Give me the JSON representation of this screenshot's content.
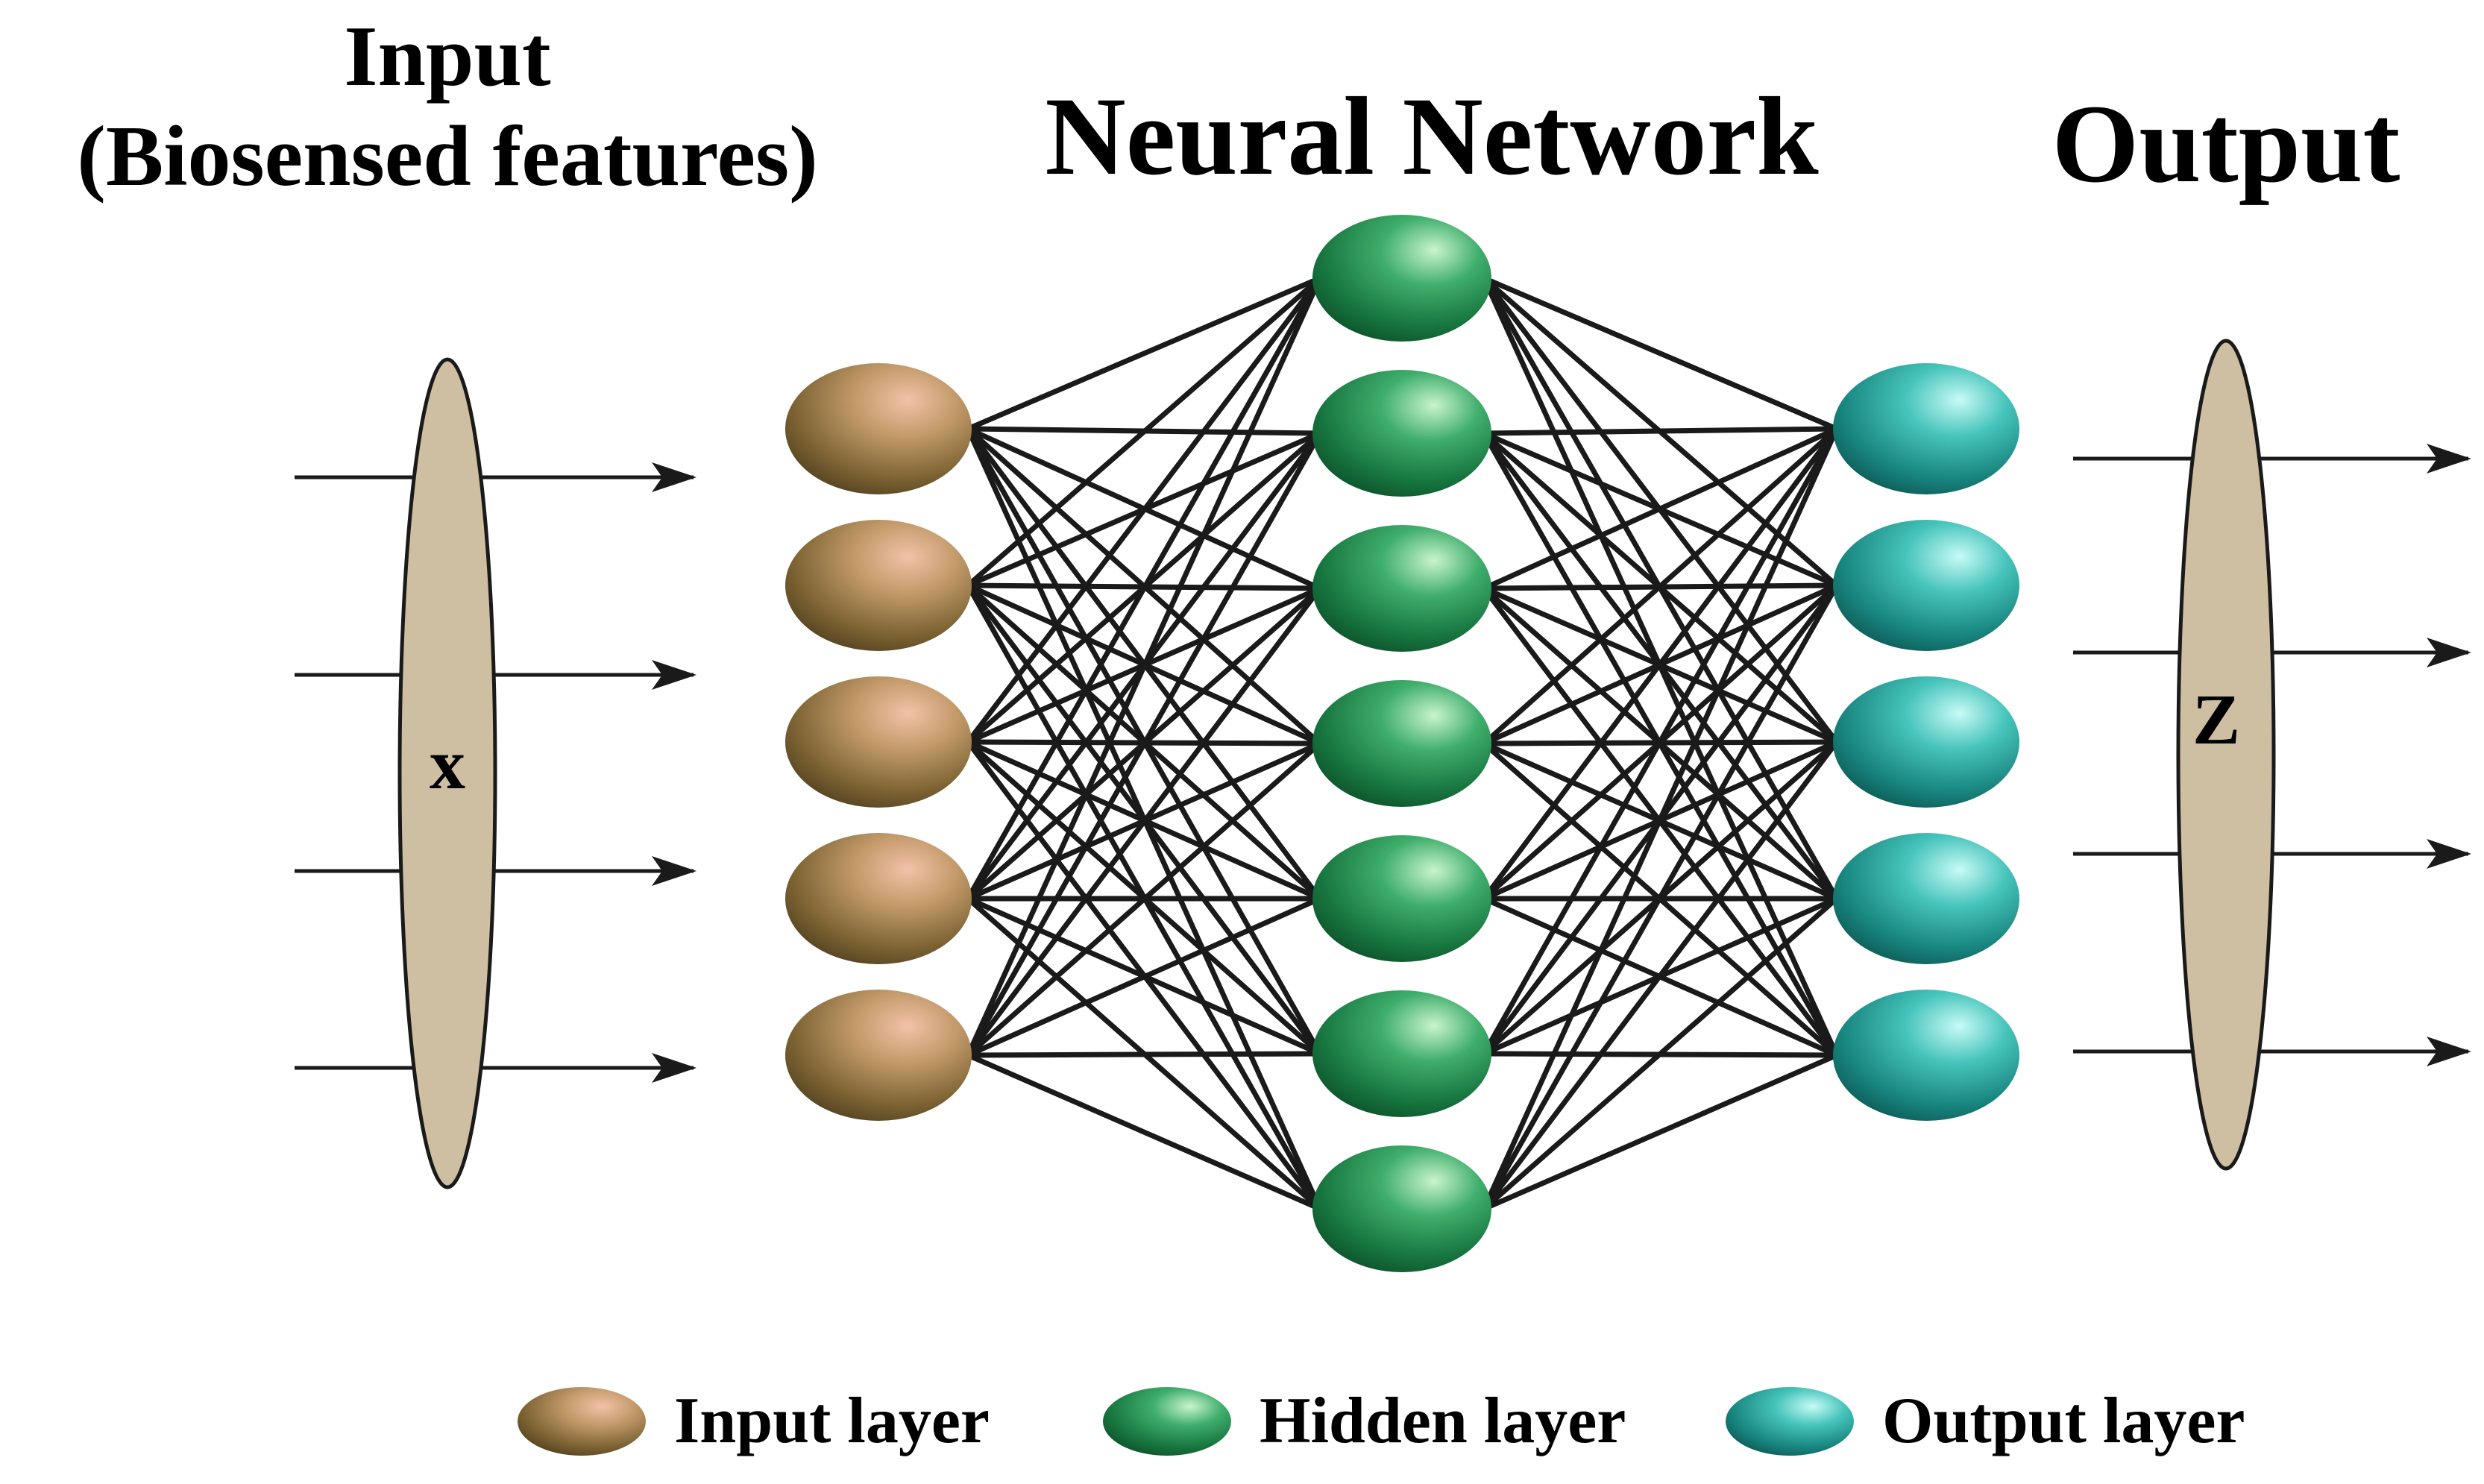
{
  "headings": {
    "input_line1": "Input",
    "input_line2": "(Biosensed features)",
    "network": "Neural Network",
    "output": "Output"
  },
  "input_lens_label": "x",
  "output_lens_label": "Z",
  "layers": {
    "input": {
      "node_count": 5
    },
    "hidden": {
      "node_count": 7
    },
    "output": {
      "node_count": 5
    }
  },
  "input_arrow_count": 4,
  "output_arrow_count": 4,
  "legend": [
    {
      "key": "input",
      "label": "Input layer"
    },
    {
      "key": "hidden",
      "label": "Hidden layer"
    },
    {
      "key": "output",
      "label": "Output layer"
    }
  ],
  "colors": {
    "input_node": "#9a7a45",
    "hidden_node": "#1f8a4e",
    "output_node": "#1f9a94",
    "lens": "#cfbfa2",
    "line": "#1a1a1a"
  }
}
